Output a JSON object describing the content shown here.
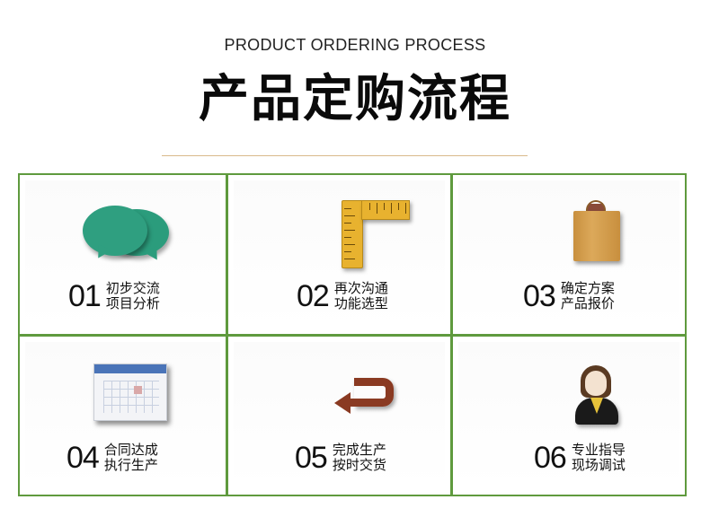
{
  "header": {
    "subtitle_en": "PRODUCT ORDERING PROCESS",
    "title_cn": "产品定购流程"
  },
  "colors": {
    "grid_border": "#5f9a3e",
    "divider": "#d9b98a",
    "chat_icon": "#2f9f80",
    "ruler_icon": "#e8b22f",
    "bag_icon": "#c88f3e",
    "calendar_header": "#4a74b8",
    "arrow_icon": "#8a3a22"
  },
  "steps": [
    {
      "number": "01",
      "line1": "初步交流",
      "line2": "项目分析",
      "icon": "chat-bubbles-icon"
    },
    {
      "number": "02",
      "line1": "再次沟通",
      "line2": "功能选型",
      "icon": "ruler-icon"
    },
    {
      "number": "03",
      "line1": "确定方案",
      "line2": "产品报价",
      "icon": "shopping-bag-icon"
    },
    {
      "number": "04",
      "line1": "合同达成",
      "line2": "执行生产",
      "icon": "calendar-icon"
    },
    {
      "number": "05",
      "line1": "完成生产",
      "line2": "按时交货",
      "icon": "return-arrow-icon"
    },
    {
      "number": "06",
      "line1": "专业指导",
      "line2": "现场调试",
      "icon": "support-agent-icon"
    }
  ]
}
